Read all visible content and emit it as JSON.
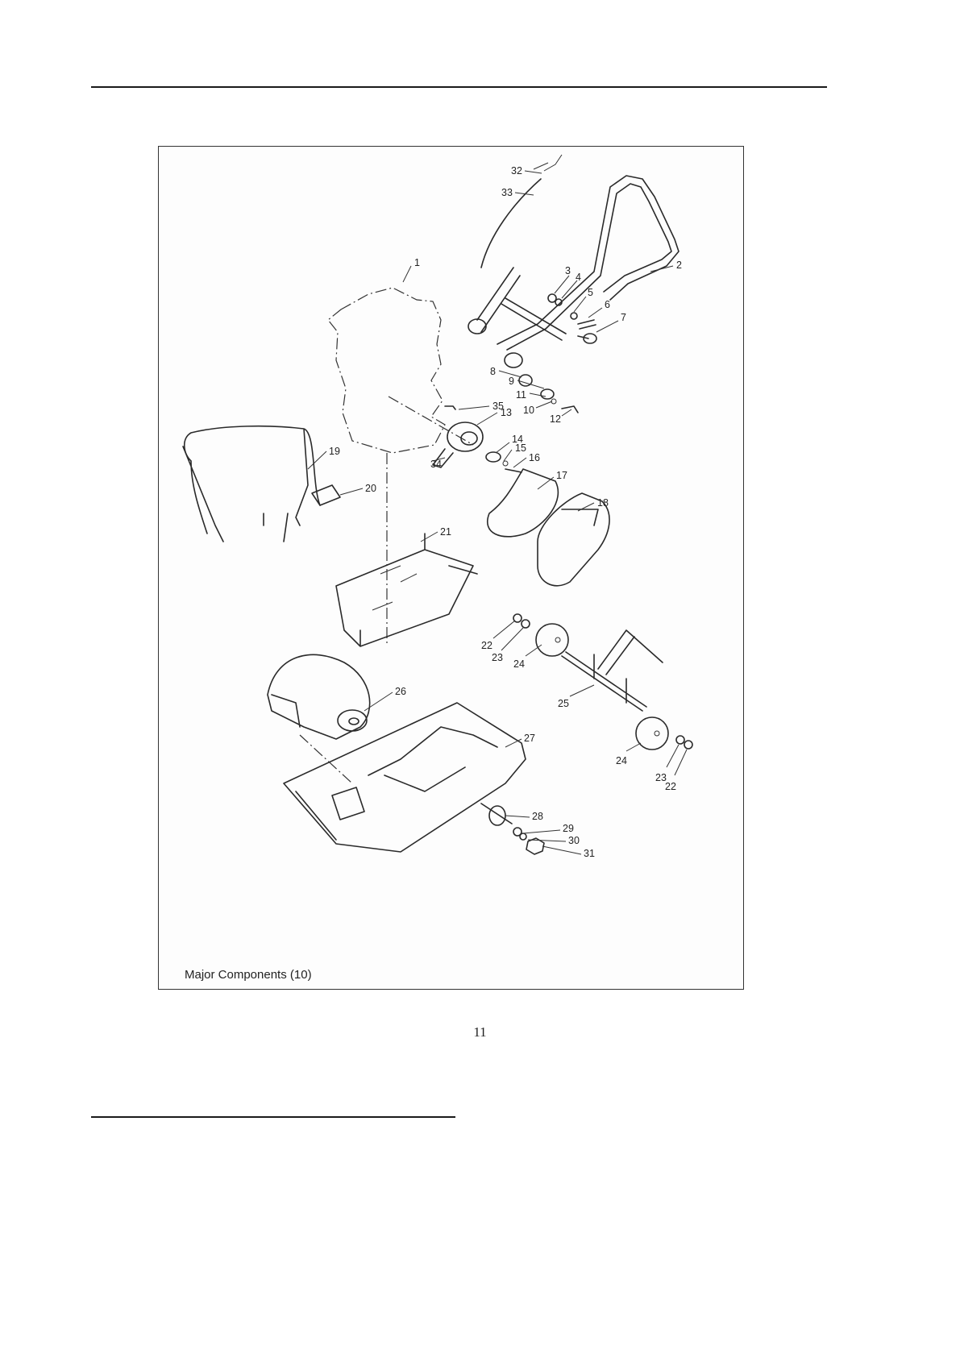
{
  "figure": {
    "caption": "Major Components (10)",
    "callouts": [
      "1",
      "2",
      "3",
      "4",
      "5",
      "6",
      "7",
      "8",
      "9",
      "10",
      "11",
      "12",
      "13",
      "14",
      "15",
      "16",
      "17",
      "18",
      "19",
      "20",
      "21",
      "22",
      "23",
      "24",
      "25",
      "26",
      "27",
      "28",
      "29",
      "30",
      "31",
      "32",
      "33",
      "34",
      "35"
    ]
  },
  "page": {
    "number": "11"
  }
}
